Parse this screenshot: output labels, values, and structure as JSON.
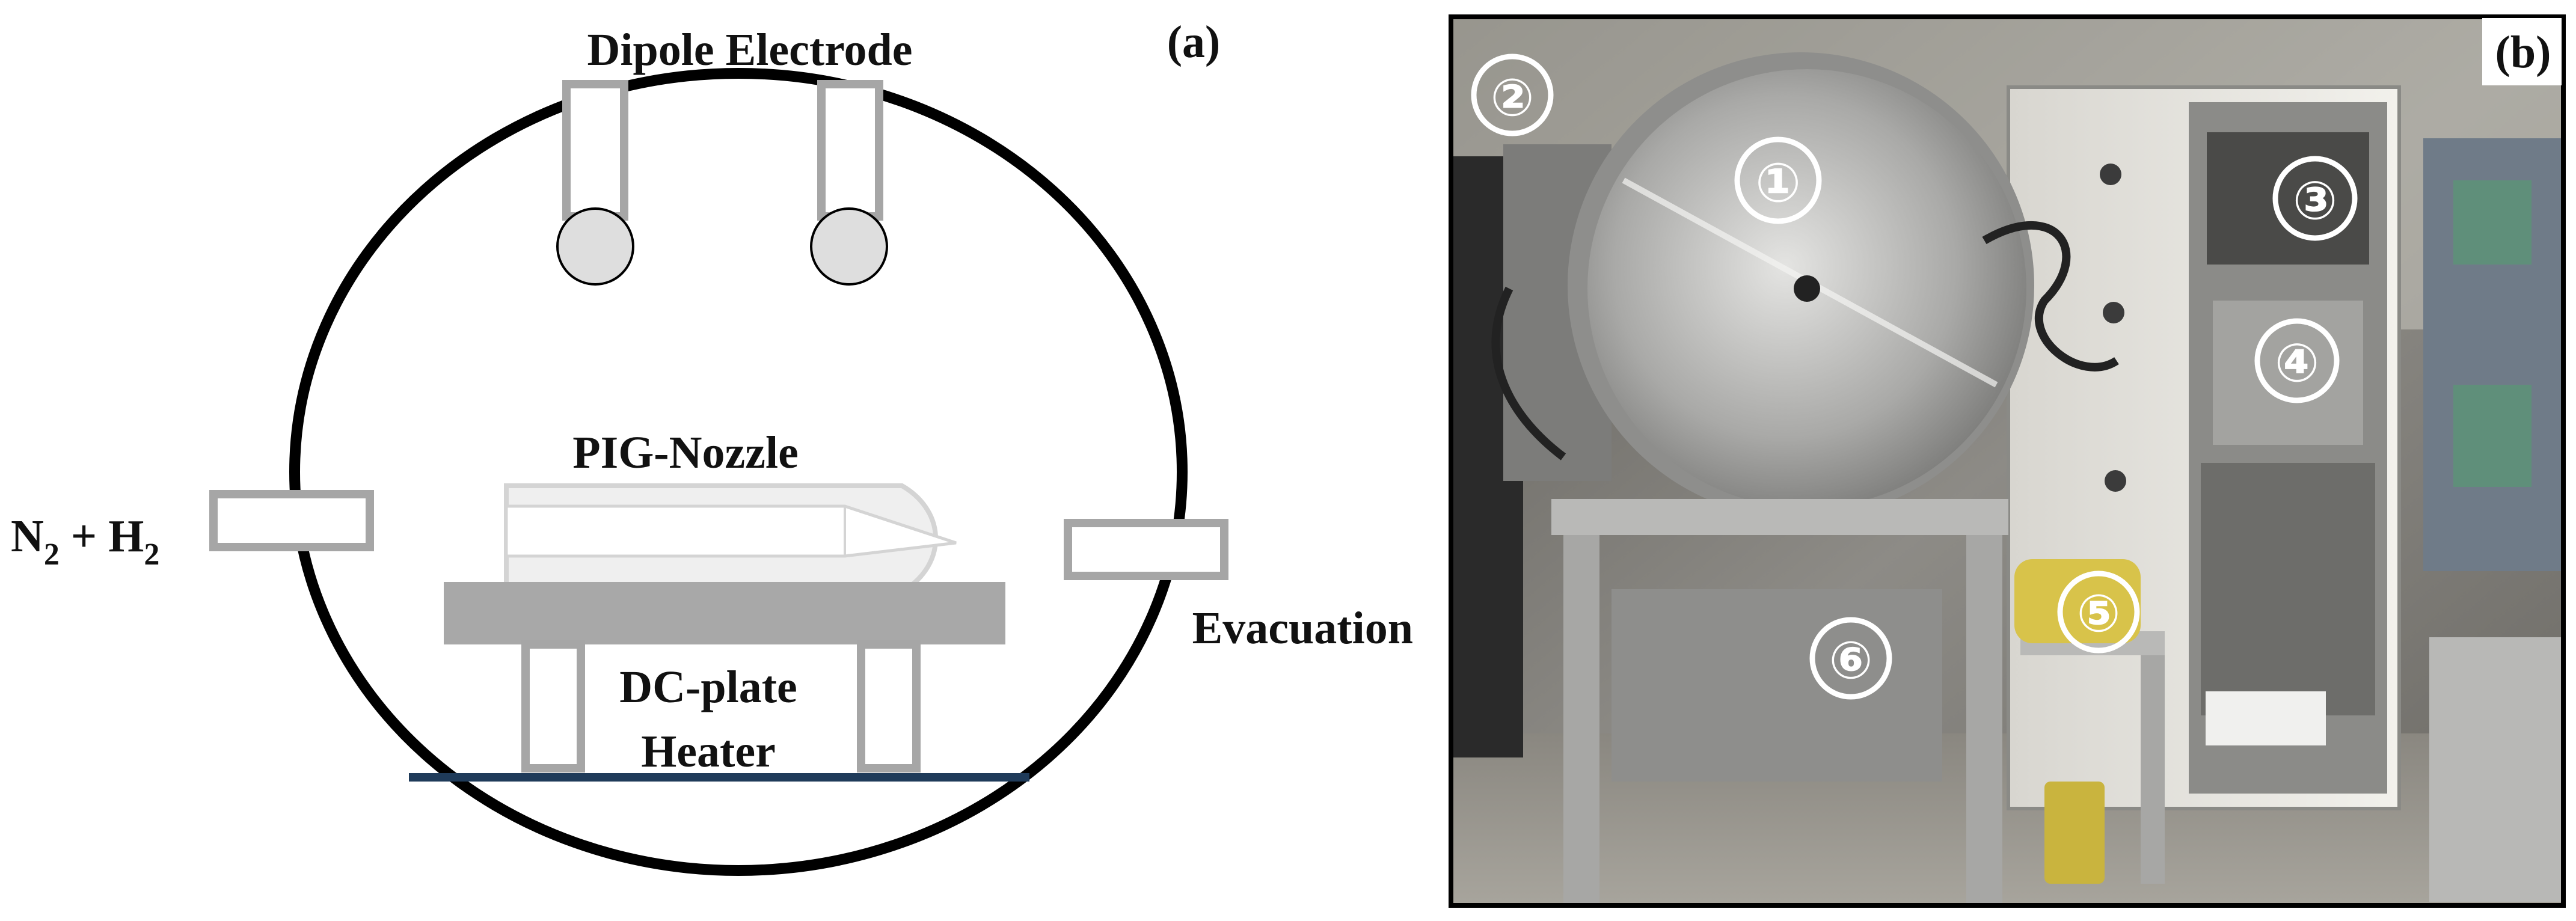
{
  "panel_a": {
    "tag": "(a)",
    "labels": {
      "dipole_electrode": "Dipole Electrode",
      "pig_nozzle": "PIG-Nozzle",
      "gas_inlet_base": "N",
      "gas_inlet_sub1": "2",
      "gas_inlet_mid": " + H",
      "gas_inlet_sub2": "2",
      "evacuation": "Evacuation",
      "dc_plate": "DC-plate",
      "heater": "Heater"
    }
  },
  "panel_b": {
    "tag": "(b)",
    "markers": [
      "①",
      "②",
      "③",
      "④",
      "⑤",
      "⑥"
    ]
  },
  "colors": {
    "chamber_outline": "#000000",
    "electrode_gray": "#a6a6a6",
    "stage_gray": "#a8a8a8",
    "nozzle_fill": "#efefef",
    "heater_line": "#1f3b5a",
    "photo_frame": "#000000"
  }
}
